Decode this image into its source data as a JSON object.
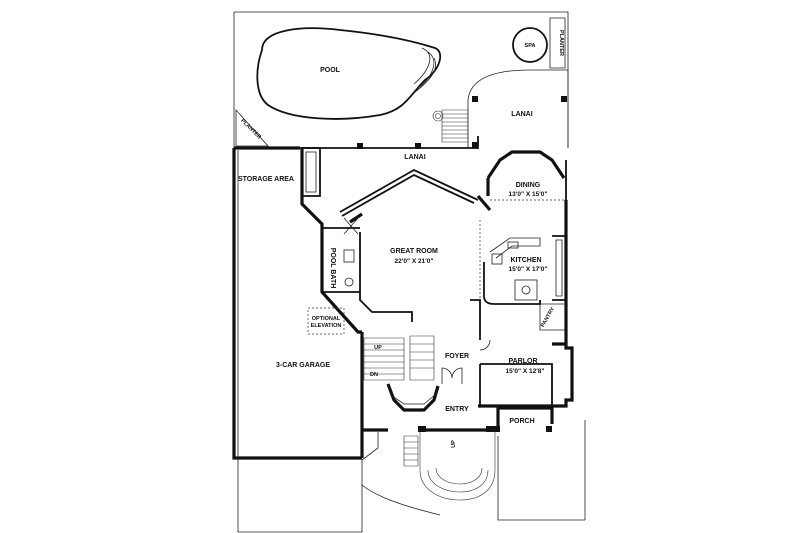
{
  "rooms": {
    "pool": {
      "name": "POOL"
    },
    "spa": {
      "name": "SPA"
    },
    "planter_top": {
      "name": "PLANTER"
    },
    "planter_left": {
      "name": "PLANTER"
    },
    "lanai_upper": {
      "name": "LANAI"
    },
    "lanai_main": {
      "name": "LANAI"
    },
    "storage": {
      "name": "STORAGE AREA"
    },
    "dining": {
      "name": "DINING",
      "dims": "13'0\" X 15'0\""
    },
    "great_room": {
      "name": "GREAT ROOM",
      "dims": "22'0\" X 21'0\""
    },
    "kitchen": {
      "name": "KITCHEN",
      "dims": "15'0\" X 17'0\""
    },
    "pool_bath": {
      "name": "POOL BATH"
    },
    "optional_elevation": {
      "name_line1": "OPTIONAL",
      "name_line2": "ELEVATION"
    },
    "pantry": {
      "name": "PANTRY"
    },
    "garage": {
      "name": "3-CAR GARAGE"
    },
    "foyer": {
      "name": "FOYER"
    },
    "parlor": {
      "name": "PARLOR",
      "dims": "15'0\" X 12'8\""
    },
    "entry": {
      "name": "ENTRY"
    },
    "porch": {
      "name": "PORCH"
    }
  },
  "stair_marks": {
    "up_left": "UP",
    "dn_left": "DN",
    "up_entry": "UP"
  }
}
